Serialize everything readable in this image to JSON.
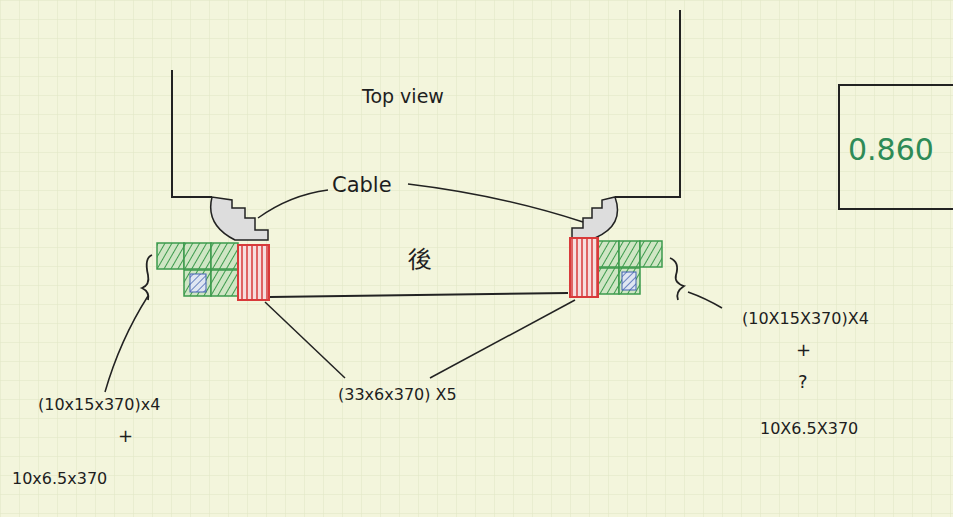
{
  "diagram": {
    "nodes": [
      {
        "text": [
          "0.860"
        ]
      }
    ],
    "labels": [
      "Top view",
      "Cable",
      "後",
      "(10x15x370)x4",
      "+",
      "10x6.5x370",
      "(33x6x370) X5",
      "(10X15X370)X4",
      "+",
      "?",
      "10X6.5X370"
    ]
  }
}
